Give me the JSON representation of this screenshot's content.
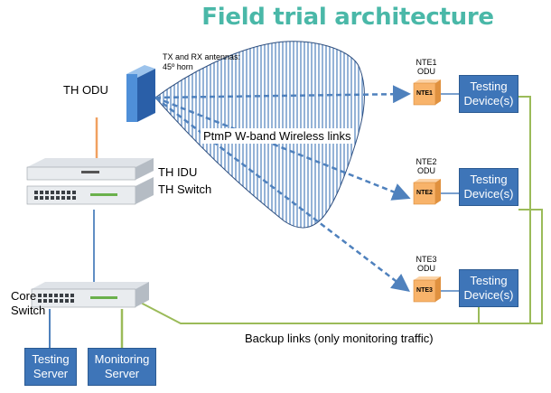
{
  "title": "Field trial architecture",
  "labels": {
    "th_odu": "TH ODU",
    "antennas": "TX and RX antennas:",
    "antennas_detail": "45º horn",
    "wireless_links": "PtmP W-band Wireless links",
    "th_idu": "TH IDU",
    "th_switch": "TH Switch",
    "core_switch_line1": "Core",
    "core_switch_line2": "Switch",
    "backup_links": "Backup links (only monitoring traffic)"
  },
  "nte_units": [
    {
      "header": "NTE1",
      "sub": "ODU",
      "box": "NTE1"
    },
    {
      "header": "NTE2",
      "sub": "ODU",
      "box": "NTE2"
    },
    {
      "header": "NTE3",
      "sub": "ODU",
      "box": "NTE3"
    }
  ],
  "testing_devices": [
    {
      "line1": "Testing",
      "line2": "Device(s)"
    },
    {
      "line1": "Testing",
      "line2": "Device(s)"
    },
    {
      "line1": "Testing",
      "line2": "Device(s)"
    }
  ],
  "servers": [
    {
      "line1": "Testing",
      "line2": "Server"
    },
    {
      "line1": "Monitoring",
      "line2": "Server"
    }
  ],
  "colors": {
    "title": "#4ab8a8",
    "blue_box": "#3e75b8",
    "orange_link": "#f0a060",
    "green_link": "#9bbb59",
    "blue_link": "#4f81bd",
    "nte_box": "#f8b36a",
    "beam_hatch": "#4f81bd"
  }
}
